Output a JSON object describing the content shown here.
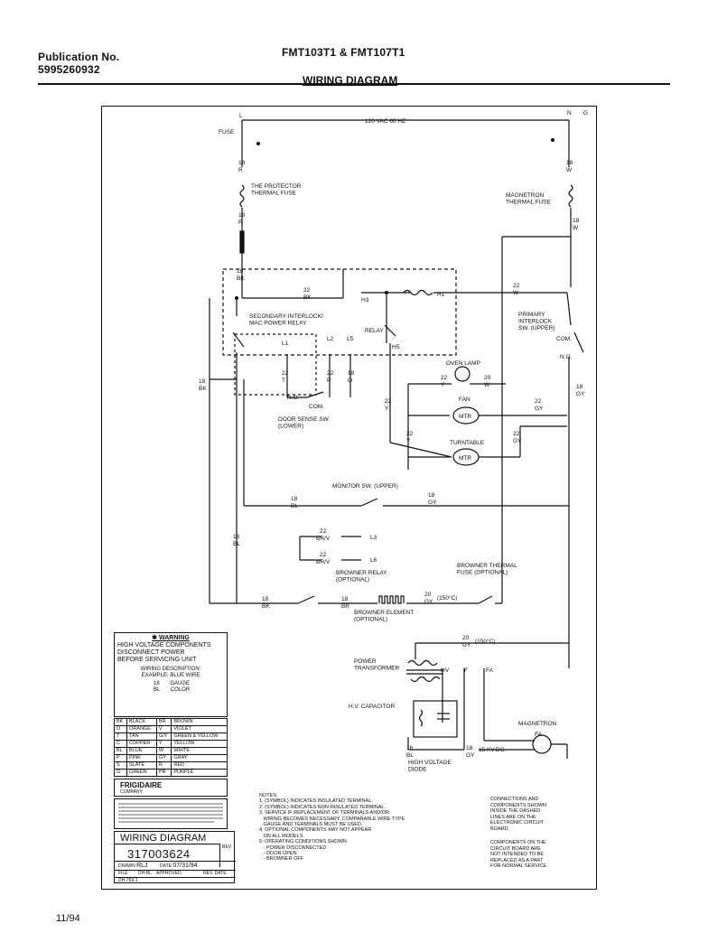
{
  "header": {
    "publication_label": "Publication No.",
    "publication_number": "5995260932",
    "models": "FMT103T1 & FMT107T1",
    "diagram_title": "WIRING DIAGRAM"
  },
  "footer": {
    "date": "11/94"
  },
  "diagram": {
    "supply": "120 VAC 60 HZ",
    "terminals": {
      "l": "L",
      "n": "N",
      "g": "G"
    },
    "fuse": "FUSE",
    "wires": {
      "w18r_1": "18",
      "w18r_1c": "R",
      "w18r_2": "18",
      "w18r_2c": "R",
      "w18bk_top": "18",
      "w18bk_topc": "BK",
      "w22bk": "22",
      "w22bkc": "BK",
      "w22w": "22",
      "w22wc": "W",
      "w18w_1": "18",
      "w18w_1c": "W",
      "w18w_2": "18",
      "w18w_2c": "W",
      "w18bk_left": "18",
      "w18bk_leftc": "BK",
      "w22t": "22",
      "w22tc": "T",
      "w22p": "22",
      "w22pc": "P",
      "w18o": "18",
      "w18oc": "O",
      "w22y_relay": "22",
      "w22y_relayc": "Y",
      "w22y_lamp": "22",
      "w22y_lampc": "Y",
      "w20w_lamp": "20",
      "w20w_lampc": "W",
      "w22gy_fan": "22",
      "w22gy_fanc": "GY",
      "w22y_tt": "22",
      "w22y_ttc": "Y",
      "w22gy_tt": "22",
      "w22gy_ttc": "GY",
      "w18gy_right": "18",
      "w18gy_rightc": "GY",
      "w18bl_mon": "18",
      "w18bl_monc": "BL",
      "w18gy_mon": "18",
      "w18gy_monc": "GY",
      "w18bl_left": "18",
      "w18bl_leftc": "BL",
      "w22brv_1": "22",
      "w22brv_1c": "BR/V",
      "w22brv_2": "22",
      "w22brv_2c": "BR/V",
      "w18bk_br": "18",
      "w18bk_brc": "BK",
      "w18br": "18",
      "w18brc": "BR",
      "w20gy_1": "20",
      "w20gy_1c": "GY",
      "w20gy_2": "20",
      "w20gy_2c": "GY",
      "w16bl": "16",
      "w16blc": "BL",
      "w18gy_hv": "18",
      "w18gy_hvc": "GY"
    },
    "labels": {
      "thermal_fuse": "THE PROTECTOR\nTHERMAL FUSE",
      "magnetron_fuse": "MAGNETRON\nTHERMAL FUSE",
      "secondary": "SECONDARY INTERLOCK/\nMAC POWER RELAY",
      "primary": "PRIMARY\nINTERLOCK\nSW. (UPPER)",
      "com_right": "COM.",
      "no_right": "N.O.",
      "relay": "RELAY",
      "h1": "H1",
      "h3": "H3",
      "h5": "H5",
      "l1": "L1",
      "l2": "L2",
      "l5": "L5",
      "no_door": "N.O.",
      "com_door": "COM.",
      "door_sense": "DOOR SENSE SW.\n(LOWER)",
      "oven_lamp": "OVEN LAMP",
      "fan": "FAN",
      "turntable": "TURNTABLE",
      "mtr": "MTR",
      "monitor": "MONITOR SW. (UPPER)",
      "l3": "L3",
      "l6": "L6",
      "browner_relay": "BROWNER RELAY\n(OPTIONAL)",
      "browner_fuse": "BROWNER THERMAL\nFUSE (OPTIONAL)",
      "browner_element": "BROWNER ELEMENT\n(OPTIONAL)",
      "temp_150a": "(150°C)",
      "temp_150b": "(150°C)",
      "power_transformer": "POWER\nTRANSFORMER",
      "hv": "HV",
      "f": "F",
      "fa": "FA",
      "hv_capacitor": "H.V. CAPACITOR",
      "magnetron": "MAGNETRON",
      "magnetron_fa": "FA",
      "kvdc": "15 KV.DC.",
      "hv_diode": "HIGH VOLTAGE\nDIODE"
    }
  },
  "warning": {
    "heading": "WARNING",
    "lines": [
      "HIGH VOLTAGE COMPONENTS",
      "DISCONNECT POWER",
      "BEFORE SERVICING UNIT"
    ],
    "wiring_desc": [
      "WIRING DESCRIPTION:",
      "EXAMPLE: BLUE WIRE"
    ],
    "gauge_num": "18",
    "gauge_label": "GAUGE",
    "color_code": "BL",
    "color_label": "COLOR"
  },
  "color_table": [
    [
      "BK",
      "BLACK",
      "BR",
      "BROWN"
    ],
    [
      "O",
      "ORANGE",
      "V",
      "VIOLET"
    ],
    [
      "T",
      "TAN",
      "G/Y",
      "GREEN & YELLOW"
    ],
    [
      "C",
      "COPPER",
      "Y",
      "YELLOW"
    ],
    [
      "BL",
      "BLUE",
      "W",
      "WHITE"
    ],
    [
      "P",
      "PINK",
      "GY",
      "GRAY"
    ],
    [
      "S",
      "SLATE",
      "R",
      "RED"
    ],
    [
      "G",
      "GREEN",
      "PR",
      "PURPLE"
    ]
  ],
  "brand": {
    "name": "FRIGIDAIRE",
    "sub": "COMPANY"
  },
  "title_block": {
    "title": "WIRING DIAGRAM",
    "rev_label": "REV.",
    "number": "317003624",
    "drawn_label": "DRAWN",
    "drawn_value": "RLJ",
    "date_label": "DATE",
    "date_value": "07/31/94",
    "file_label": "FILE",
    "file_value": "DH-BL",
    "approved_label": "APPROVED",
    "sheet_label": "REV. DATE",
    "code_value": "DH-766-1"
  },
  "notes": {
    "heading": "NOTES:",
    "items": [
      "1. (SYMBOL) INDICATES INSULATED TERMINAL.",
      "2. (SYMBOL) INDICATES NON-INSULATED TERMINAL.",
      "3. SERVICE IF REPLACEMENT OF TERMINALS AND/OR",
      "   WIRING BECOMES NECESSARY, COMPARABLE WIRE TYPE",
      "   GAUGE AND TERMINALS MUST BE USED.",
      "4. OPTIONAL COMPONENTS MAY NOT APPEAR",
      "   ON ALL MODELS.",
      "5. OPERATING CONDITIONS SHOWN:",
      "   - POWER DISCONNECTED",
      "   - DOOR OPEN",
      "   - BROWNER OFF"
    ]
  },
  "side_note_1": [
    "CONNECTIONS AND",
    "COMPONENTS SHOWN",
    "INSIDE THE DASHED",
    "LINES ARE ON THE",
    "ELECTRONIC CIRCUIT",
    "BOARD."
  ],
  "side_note_2": [
    "COMPONENTS ON THE",
    "CIRCUIT BOARD ARE",
    "NOT INTENDED TO BE",
    "REPLACED AS A PART",
    "FOR NORMAL SERVICE."
  ]
}
